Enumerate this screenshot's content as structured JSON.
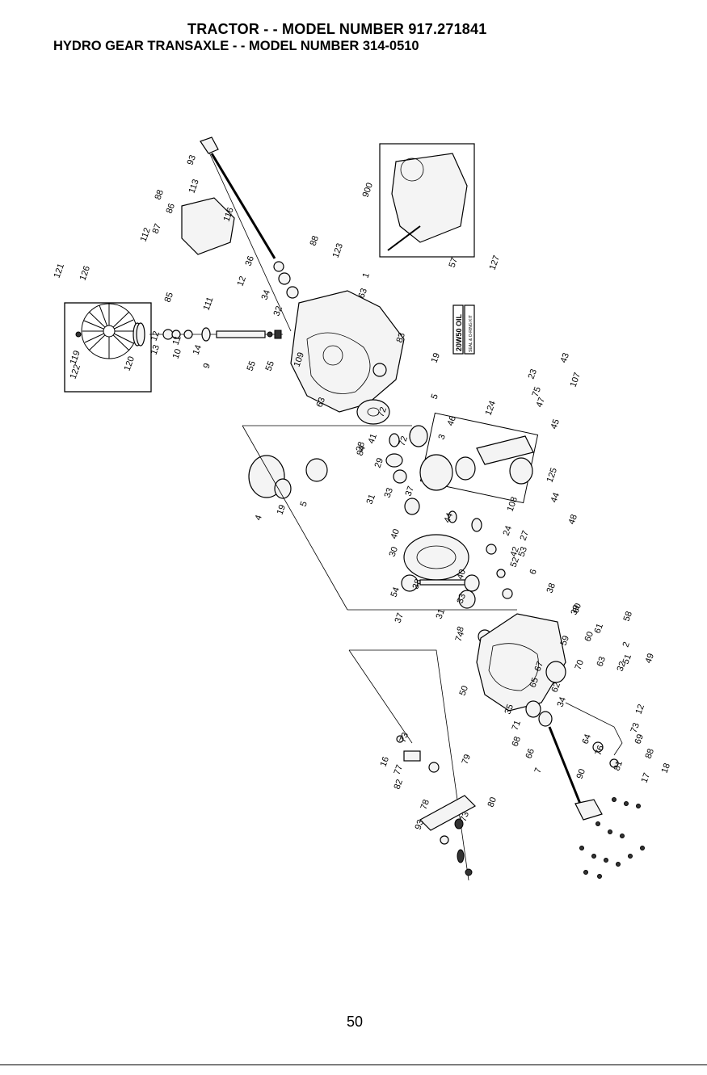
{
  "header": {
    "line1": "TRACTOR - - MODEL NUMBER 917.271841",
    "line2": "HYDRO GEAR TRANSAXLE - - MODEL NUMBER 314-0510"
  },
  "page_number": "50",
  "kit_labels": {
    "oil": "20W50 OIL",
    "seal_kit": "SEAL & O-RING KIT"
  },
  "callouts": [
    "121",
    "126",
    "122",
    "119",
    "120",
    "13",
    "12",
    "10",
    "11",
    "14",
    "9",
    "111",
    "85",
    "112",
    "87",
    "86",
    "88",
    "113",
    "93",
    "116",
    "36",
    "12",
    "34",
    "32",
    "55",
    "55",
    "88",
    "123",
    "1",
    "109",
    "63",
    "83",
    "19",
    "5",
    "900",
    "57",
    "127",
    "63",
    "84",
    "72",
    "28",
    "41",
    "29",
    "46",
    "3",
    "72",
    "124",
    "23",
    "75",
    "47",
    "43",
    "107",
    "45",
    "125",
    "4",
    "19",
    "5",
    "31",
    "33",
    "37",
    "40",
    "44",
    "108",
    "44",
    "30",
    "24",
    "42",
    "48",
    "27",
    "53",
    "52",
    "6",
    "38",
    "39",
    "54",
    "38",
    "40",
    "37",
    "33",
    "31",
    "8",
    "74",
    "60",
    "59",
    "60",
    "61",
    "58",
    "2",
    "51",
    "49",
    "50",
    "67",
    "65",
    "62",
    "70",
    "63",
    "32",
    "34",
    "12",
    "35",
    "71",
    "68",
    "66",
    "64",
    "73",
    "69",
    "7",
    "76",
    "81",
    "88",
    "90",
    "17",
    "18",
    "73",
    "16",
    "77",
    "82",
    "79",
    "78",
    "73",
    "80",
    "93"
  ]
}
